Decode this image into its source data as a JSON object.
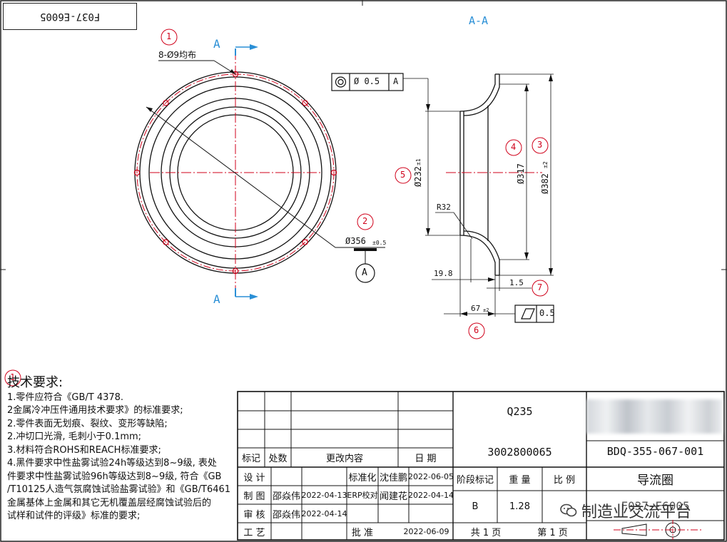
{
  "part_number_rotated": "F037-E6005",
  "section_label": "A-A",
  "view_markers": {
    "a_top": "A",
    "a_bottom": "A"
  },
  "balloons": [
    "1",
    "2",
    "3",
    "4",
    "5",
    "6",
    "7",
    "1"
  ],
  "dims": {
    "holes": "8-Ø9均布",
    "bolt_circle": "Ø356",
    "bolt_circle_tol": "±0.5",
    "datum": "A",
    "coax_value": "Ø 0.5",
    "coax_datum": "A",
    "d232": "Ø232",
    "d232_tol": "±1",
    "d317": "Ø317",
    "d382": "Ø382",
    "d382_tol": "±2",
    "r32": "R32",
    "l19_8": "19.8",
    "l1_5": "1.5",
    "l67": "67",
    "l67_tol": "±2",
    "flat_value": "0.5"
  },
  "tech": {
    "heading": "技术要求:",
    "lines": [
      "1.零件应符合《GB/T 4378.",
      "  2金属冷冲压件通用技术要求》的标准要求;",
      "2.零件表面无划痕、裂纹、变形等缺陷;",
      "2.冲切口光滑, 毛刺小于0.1mm;",
      "3.材料符合ROHS和REACH标准要求;",
      "4.黑件要求中性盐雾试验24h等级达到8~9级, 表处",
      "  件要求中性盐雾试验96h等级达到8~9级, 符合《GB",
      "  /T10125人造气氛腐蚀试验盐雾试验》和《GB/T6461",
      "  金属基体上金属和其它无机覆盖层经腐蚀试验后的",
      "  试样和试件的评级》标准的要求;"
    ]
  },
  "title_block": {
    "material": "Q235",
    "code": "3002800065",
    "drawing_no": "BDQ-355-067-001",
    "part_name": "导流圈",
    "part_no": "F037-E6005",
    "headers": {
      "mark": "标记",
      "count": "处数",
      "change": "更改内容",
      "date": "日 期"
    },
    "design": "设 计",
    "draw": "制 图",
    "check": "审 核",
    "process": "工 艺",
    "drawer_name": "邵焱伟",
    "draw_date": "2022-04-13",
    "checker_name": "邵焱伟",
    "check_date": "2022-04-14",
    "std": "标准化",
    "std_name": "沈佳鹏",
    "std_date": "2022-06-05",
    "erp": "ERP校对",
    "erp_name": "闻建花",
    "erp_date": "2022-04-14",
    "approve": "批 准",
    "approve_date": "2022-06-09",
    "stage": "阶段标记",
    "weight_label": "重 量",
    "scale_label": "比 例",
    "stage_value": "B",
    "weight_value": "1.28",
    "total_pages": "共 1 页",
    "page": "第 1 页"
  },
  "watermark": "制造业交流平台",
  "colors": {
    "red": "#d0021b",
    "blue": "#2a8fd6",
    "line": "#111111"
  }
}
